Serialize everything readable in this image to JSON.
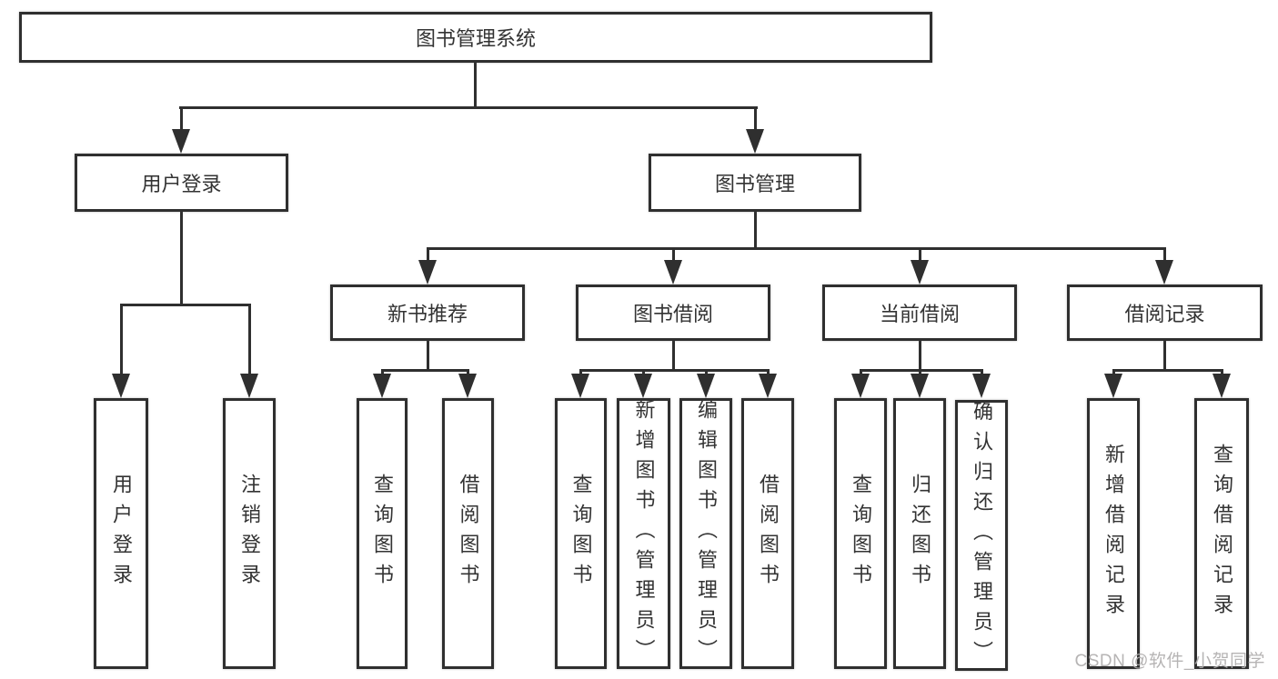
{
  "diagram": {
    "root": {
      "label": "图书管理系统"
    },
    "branches": [
      {
        "label": "用户登录",
        "children": [
          {
            "label": "用户登录"
          },
          {
            "label": "注销登录"
          }
        ]
      },
      {
        "label": "图书管理",
        "children": [
          {
            "label": "新书推荐",
            "children": [
              {
                "label": "查询图书"
              },
              {
                "label": "借阅图书"
              }
            ]
          },
          {
            "label": "图书借阅",
            "children": [
              {
                "label": "查询图书"
              },
              {
                "label": "新增图书（管理员）"
              },
              {
                "label": "编辑图书（管理员）"
              },
              {
                "label": "借阅图书"
              }
            ]
          },
          {
            "label": "当前借阅",
            "children": [
              {
                "label": "查询图书"
              },
              {
                "label": "归还图书"
              },
              {
                "label": "确认归还（管理员）"
              }
            ]
          },
          {
            "label": "借阅记录",
            "children": [
              {
                "label": "新增借阅记录"
              },
              {
                "label": "查询借阅记录"
              }
            ]
          }
        ]
      }
    ]
  },
  "watermark": {
    "text": "CSDN @软件_小贺同学"
  },
  "colors": {
    "line": "#2f2f2f",
    "text": "#333333",
    "watermark": "#b0aeae",
    "background": "#ffffff"
  }
}
